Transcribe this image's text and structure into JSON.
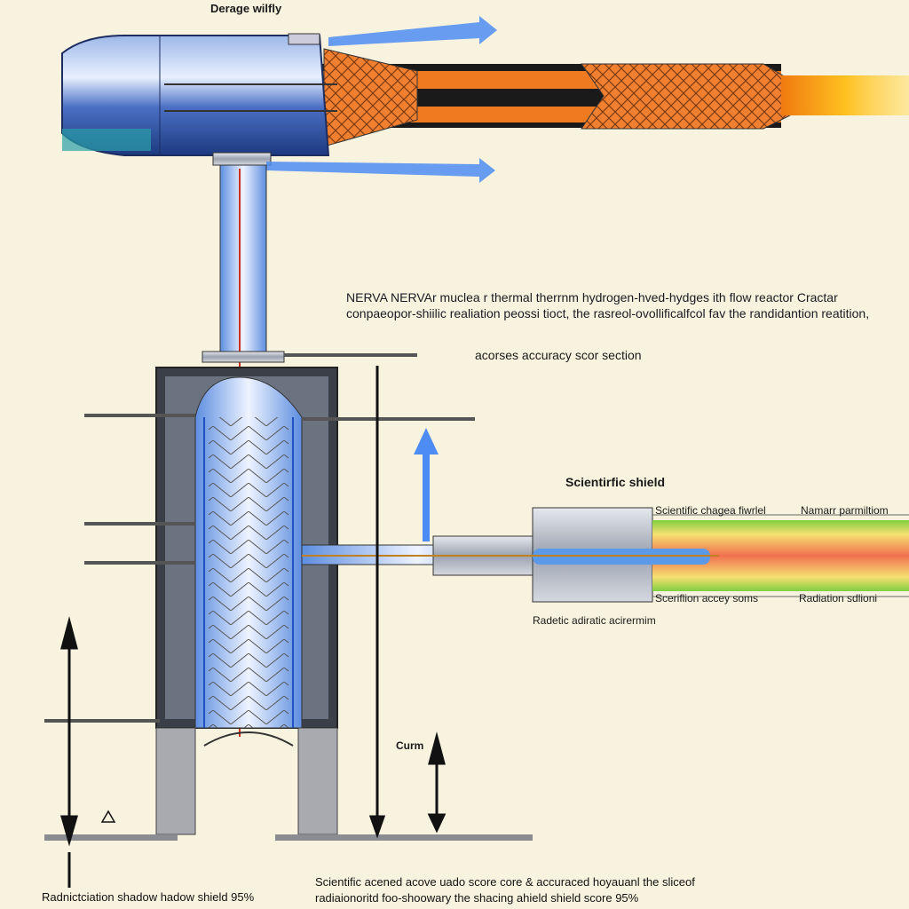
{
  "labels": {
    "top": "Derage wilfly",
    "description_line1": "NERVA NERVAr muclea r thermal therrnm hydrogen-hved-hydges ith flow reactor Cractar",
    "description_line2": "conpaeopor-shiilic realiation peossi tioct, the rasreol-ovollificalfcol fav the randidantion reatition,",
    "section": "acorses accuracy scor section",
    "shield_title": "Scientirfic shield",
    "shield_top_left": "Scientific chagea fiwrlel",
    "shield_top_right": "Namarr parmiltiom",
    "shield_bottom_left": "Sceriflion accey soms",
    "shield_bottom_right": "Radiation sdlioni",
    "shield_under": "Radetic adiratic acirermim",
    "curm": "Curm",
    "footer_left": "Radnictciation shadow hadow shield 95%",
    "footer_right_line1": "Scientific acened acove uado score core & accuraced hoyauanl the sliceof",
    "footer_right_line2": "radiaionoritd foo-shoowary the shacing ahield shield score 95%"
  },
  "colors": {
    "background": "#f8f3de",
    "engine_blue": "#3a63b8",
    "pipe_orange": "#f07a20",
    "flame": "#ffc020",
    "flow_arrow": "#4d8cf5"
  }
}
